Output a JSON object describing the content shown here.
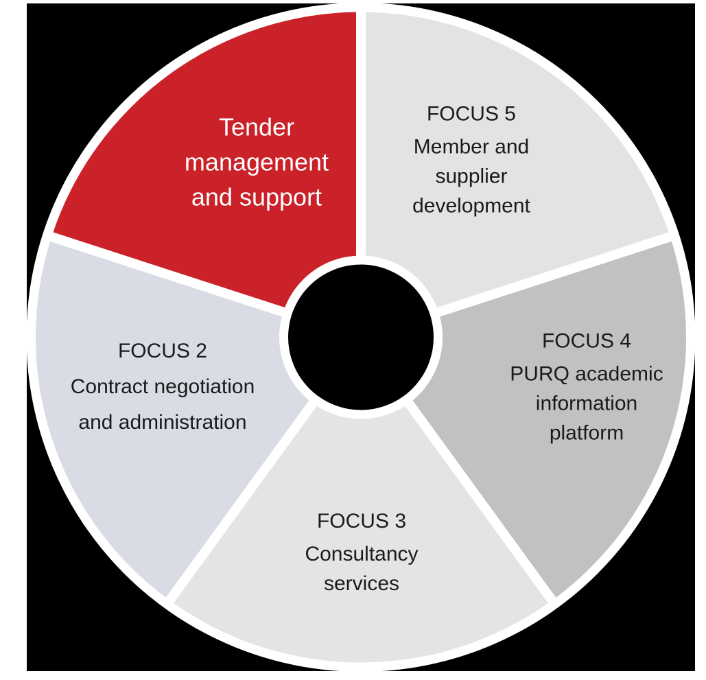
{
  "page": {
    "background": "#ffffff",
    "canvas_background": "#000000",
    "divider_color": "#ffffff"
  },
  "diagram": {
    "type": "wheel",
    "segment_count": 5,
    "segments": [
      {
        "id": "tender",
        "heading": "",
        "body": "Tender\nmanagement\nand support",
        "color": "#cb2129",
        "text_color": "#ffffff",
        "position": "top-left"
      },
      {
        "id": "focus5",
        "heading": "FOCUS 5",
        "body": "Member and\nsupplier\ndevelopment",
        "color": "#e2e3e2",
        "text_color": "#1a1a1a",
        "position": "top-right"
      },
      {
        "id": "focus4",
        "heading": "FOCUS 4",
        "body": "PURQ academic\ninformation\nplatform",
        "color": "#c3c1bf",
        "text_color": "#1a1a1a",
        "position": "right"
      },
      {
        "id": "focus3",
        "heading": "FOCUS 3",
        "body": "Consultancy\nservices",
        "color": "#e3e4e6",
        "text_color": "#1a1a1a",
        "position": "bottom"
      },
      {
        "id": "focus2",
        "heading": "FOCUS 2",
        "body": "Contract negotiation\nand administration",
        "color": "#d9dce5",
        "text_color": "#1a1a1a",
        "position": "left"
      }
    ]
  }
}
